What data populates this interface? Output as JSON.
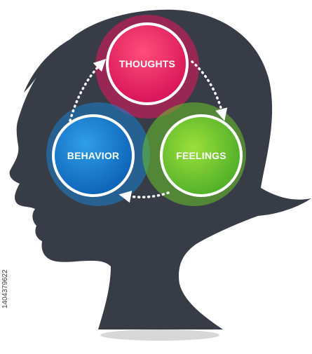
{
  "diagram": {
    "nodes": [
      {
        "id": "thoughts",
        "label": "THOUGHTS",
        "color": "#e8155f"
      },
      {
        "id": "feelings",
        "label": "FEELINGS",
        "color": "#6cc22c"
      },
      {
        "id": "behavior",
        "label": "BEHAVIOR",
        "color": "#0f75cc"
      }
    ],
    "cycle": [
      "thoughts",
      "feelings",
      "behavior",
      "thoughts"
    ],
    "silhouette_color": "#383c47",
    "shadow_color": "#d7d7d7"
  },
  "stock_id": "1404379622"
}
